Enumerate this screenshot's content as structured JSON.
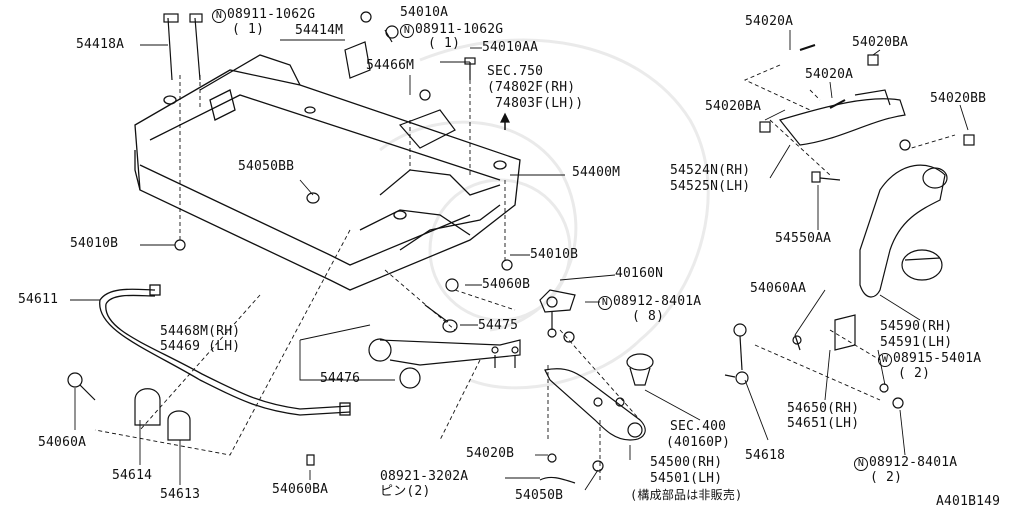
{
  "diagram_code": "A401B149",
  "highlighted": "54466M",
  "labels": {
    "l54418A": "54418A",
    "l08911a": "08911-1062G",
    "l08911a_q": "( 1)",
    "l08911a_sym": "N",
    "l54010A": "54010A",
    "l54414M": "54414M",
    "l08911b": "08911-1062G",
    "l08911b_q": "( 1)",
    "l08911b_sym": "N",
    "l54010AA": "54010AA",
    "l54466": "54466",
    "l54466M": "M",
    "sec750": "SEC.750",
    "sec750a": "(74802F(RH)",
    "sec750b": " 74803F(LH))",
    "l54050BB": "54050BB",
    "l54400M": "54400M",
    "l54010B_l": "54010B",
    "l54010B_r": "54010B",
    "l54060B": "54060B",
    "l40160N": "40160N",
    "l54611": "54611",
    "l08912a": "08912-8401A",
    "l08912a_q": "( 8)",
    "l08912a_sym": "N",
    "l54468a": "54468M(RH)",
    "l54468b": "54469 (LH)",
    "l54475": "54475",
    "l54476": "54476",
    "l54060A": "54060A",
    "l54614": "54614",
    "l54613": "54613",
    "l54060BA": "54060BA",
    "l54020B": "54020B",
    "l08921a": "08921-3202A",
    "l08921b": "ピン(2)",
    "l54050B": "54050B",
    "l54500a": "54500(RH)",
    "l54500b": "54501(LH)",
    "l54500c": "(構成部品は非販売)",
    "sec400a": "SEC.400",
    "sec400b": "(40160P)",
    "l54618": "54618",
    "l54020A_t": "54020A",
    "l54020BA_t": "54020BA",
    "l54020A_m": "54020A",
    "l54020BA_l": "54020BA",
    "l54020BB": "54020BB",
    "l54524a": "54524N(RH)",
    "l54524b": "54525N(LH)",
    "l54550AA": "54550AA",
    "l54060AA": "54060AA",
    "l54590a": "54590(RH)",
    "l54590b": "54591(LH)",
    "l08915": "08915-5401A",
    "l08915_q": "( 2)",
    "l08915_sym": "W",
    "l54650a": "54650(RH)",
    "l54650b": "54651(LH)",
    "l08912b": "08912-8401A",
    "l08912b_q": "( 2)",
    "l08912b_sym": "N"
  }
}
